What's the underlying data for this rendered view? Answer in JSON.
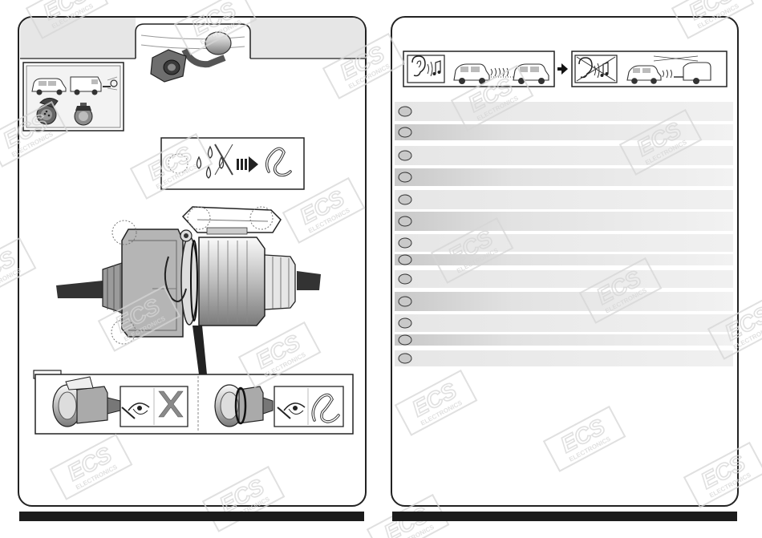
{
  "brand_colors": {
    "watermark": "#d6d6d6",
    "row_band": "#dedede",
    "ink": "#222222",
    "footer": "#1c1c1c"
  },
  "watermark": {
    "logo_text": "ECS",
    "sub_text": "ELECTRONICS"
  },
  "left_panel": {
    "header_icon": "tow-bar-socket-closeup",
    "inset_icons": [
      "car-icon",
      "van-icon",
      "trailer-hitch-icon",
      "socket-open-icon",
      "plug-icon"
    ],
    "moisture_icons": [
      "water-drops-icon",
      "cross-icon",
      "arrow-right-icon",
      "grease-tube-icon"
    ],
    "socket_diagram_icon": "socket-exploded-view",
    "check_row_icons": [
      "plug-socket-icon",
      "eye-icon",
      "cross-icon",
      "plug-socket-icon",
      "eye-icon",
      "grease-tube-icon"
    ]
  },
  "right_panel": {
    "test_icons": [
      "ear-sound-icon",
      "car-icon",
      "car-icon",
      "arrow-right-icon",
      "sound-crossed-icon",
      "car-icon",
      "trailer-icon"
    ],
    "rows": [
      {
        "shade": "light"
      },
      {
        "shade": "dark"
      },
      {
        "shade": "light"
      },
      {
        "shade": "dark"
      },
      {
        "shade": "light"
      },
      {
        "shade": "dark"
      },
      {
        "shade": "light"
      },
      {
        "shade": "dark"
      },
      {
        "shade": "light"
      },
      {
        "shade": "dark"
      },
      {
        "shade": "light"
      },
      {
        "shade": "dark"
      },
      {
        "shade": "light"
      }
    ]
  }
}
